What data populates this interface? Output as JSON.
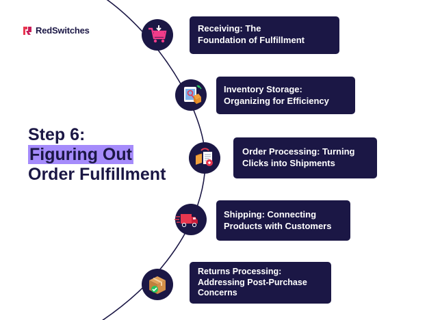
{
  "brand": {
    "name": "RedSwitches"
  },
  "title": {
    "line1": "Step 6:",
    "line2": "Figuring Out",
    "line3": "Order Fulfillment"
  },
  "steps": [
    {
      "line1": "Receiving: The",
      "line2": "Foundation of Fulfillment",
      "line3": "",
      "icon": "shopping-cart-icon"
    },
    {
      "line1": "Inventory Storage:",
      "line2": "Organizing for Efficiency",
      "line3": "",
      "icon": "inventory-box-icon"
    },
    {
      "line1": "Order Processing: Turning",
      "line2": "Clicks into Shipments",
      "line3": "",
      "icon": "order-process-icon"
    },
    {
      "line1": "Shipping: Connecting",
      "line2": "Products with Customers",
      "line3": "",
      "icon": "delivery-truck-icon"
    },
    {
      "line1": "Returns Processing:",
      "line2": "Addressing Post-Purchase",
      "line3": "Concerns",
      "icon": "return-package-icon"
    }
  ],
  "colors": {
    "navy": "#1b1745",
    "highlight": "#a58bfb",
    "brand_red": "#e8374f"
  }
}
